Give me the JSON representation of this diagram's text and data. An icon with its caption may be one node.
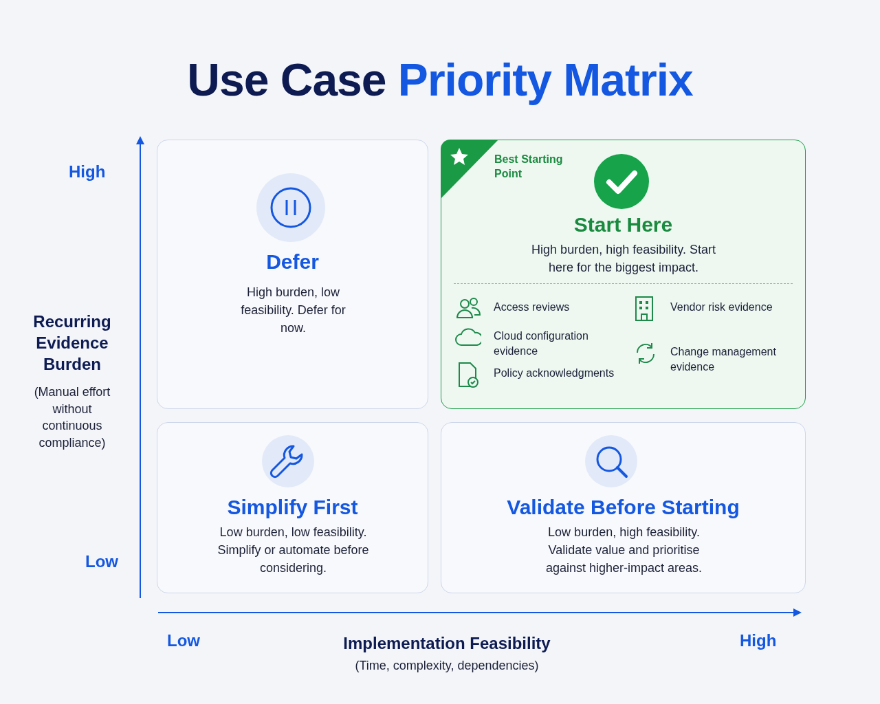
{
  "diagram": {
    "title": "Use Case Priority Matrix",
    "nodes": [
      {
        "text": [
          "Defer",
          "High burden, low feasibility. Defer for now."
        ]
      },
      {
        "text": [
          "Best Starting Point",
          "Start Here",
          "High burden, high feasibility. Start here for the biggest impact."
        ]
      },
      {
        "text": [
          "Access reviews"
        ],
        "in": 1
      },
      {
        "text": [
          "Vendor risk evidence"
        ],
        "in": 1
      },
      {
        "text": [
          "Cloud configuration evidence"
        ],
        "in": 1
      },
      {
        "text": [
          "Change management evidence"
        ],
        "in": 1
      },
      {
        "text": [
          "Policy acknowledgments"
        ],
        "in": 1
      },
      {
        "text": [
          "Simplify First",
          "Low burden, low feasibility. Simplify or automate before considering."
        ]
      },
      {
        "text": [
          "Validate Before Starting",
          "Low burden, high feasibility. Validate value and prioritise against higher-impact areas."
        ]
      }
    ],
    "edges": [],
    "labels": [
      "High",
      "Recurring Evidence Burden",
      "(Manual effort without continuous compliance)",
      "Low",
      "Low",
      "Implementation Feasibility",
      "(Time, complexity, dependencies)",
      "High"
    ]
  }
}
